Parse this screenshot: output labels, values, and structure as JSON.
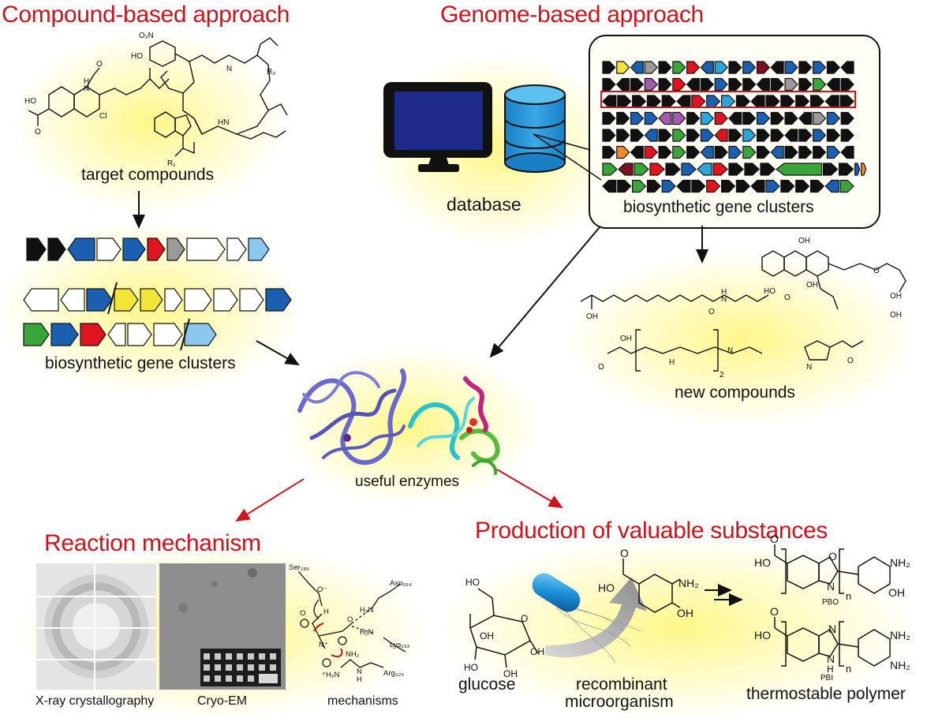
{
  "headings": {
    "compound": "Compound-based approach",
    "genome": "Genome-based approach",
    "reaction": "Reaction mechanism",
    "production": "Production of valuable substances"
  },
  "captions": {
    "target_compounds": "target compounds",
    "bgc_left": "biosynthetic gene clusters",
    "database": "database",
    "bgc_right": "biosynthetic gene clusters",
    "new_compounds": "new compounds",
    "useful_enzymes": "useful enzymes",
    "xray": "X-ray crystallography",
    "cryoem": "Cryo-EM",
    "mechanisms": "mechanisms",
    "glucose": "glucose",
    "recombinant_line1": "recombinant",
    "recombinant_line2": "microorganism",
    "thermostable": "thermostable polymer"
  },
  "chem_labels": {
    "o2n": "O₂N",
    "ho_left": "HO",
    "r2": "R₂",
    "r1": "R₁",
    "nh_a": "N",
    "hn": "HN",
    "o_me": "O",
    "h_n": "H",
    "n_h": "N",
    "cl": "Cl",
    "ho_o": "HO",
    "o_acid": "O",
    "oh_new1": "OH",
    "oh_new2": "OH",
    "oh_new3": "OH",
    "oh_new4": "OH",
    "oh_new5": "OH",
    "o_new": "O",
    "o_new2": "O",
    "h_new": "H",
    "n_new": "N",
    "ho_new": "HO",
    "o_new3": "O",
    "o_new4": "O",
    "oh_new6": "OH",
    "sub2": "2",
    "n_new2": "N",
    "n_new3": "N",
    "h_new3": "H",
    "o_new5": "O",
    "ser": "Ser₂₈₆",
    "asn": "Asn₂₉₄",
    "lys": "Lys₂₉₂",
    "arg": "Arg₃₂₅",
    "h2n_a": "H₂N",
    "h2n_b": "H₂N",
    "nh2_arg": "NH₂",
    "h2n_arg": "⁺H₂N",
    "n_arg": "N",
    "h_arg": "H",
    "o_minus": "O⁻",
    "o_mech": "O",
    "h_mech": "H",
    "n_plus": "N⁺",
    "o_mech2": "O",
    "ho_prod": "HO",
    "o_prod": "O",
    "nh2_prod": "NH₂",
    "oh_prod": "OH",
    "ho_glc": "HO",
    "oh_glc1": "OH",
    "oh_glc2": "OH",
    "ho_glc2": "HO",
    "oh_glc3": "OH",
    "o_glc": "O",
    "ho_pbo": "HO",
    "o_pbo": "O",
    "o_ring": "O",
    "n_pbo": "N",
    "n_sub": "n",
    "nh2_pbo": "NH₂",
    "oh_pbo": "OH",
    "pbo": "PBO",
    "ho_pbi": "HO",
    "o_pbi": "O",
    "n_pbi": "N",
    "n_pbi2": "N",
    "h_pbi": "H",
    "n_sub2": "n",
    "nh2_pbi1": "NH₂",
    "nh2_pbi2": "NH₂",
    "pbi": "PBI"
  },
  "colors": {
    "heading_red": "#d0121b",
    "arrow_red": "#d0121b",
    "gene_black": "#111111",
    "gene_blue": "#1a5fb0",
    "gene_light_blue": "#8cc8ee",
    "gene_cyan": "#2aa7d8",
    "gene_green": "#3aa53a",
    "gene_red": "#e0141e",
    "gene_yellow": "#f2e538",
    "gene_gray": "#9a9a9a",
    "gene_purple": "#a35bb0",
    "gene_orange": "#f08a30",
    "gene_dark_red": "#7a1020",
    "monitor_screen": "#1e2a8a",
    "db_blue": "#1f8fd4",
    "highlight_frame": "#d0121b"
  },
  "icons": [
    "computer-monitor-icon",
    "database-cylinder-icon",
    "bacterium-icon",
    "big-curved-arrow-icon"
  ],
  "gene_rows_left": [
    [
      "black",
      "black",
      "blue",
      "white",
      "blue",
      "red",
      "gray",
      "white",
      "white",
      "lightblue"
    ],
    [
      "white",
      "white",
      "blue",
      "yellow",
      "yellow",
      "white",
      "white",
      "white",
      "white",
      "blue"
    ],
    [
      "green",
      "blue",
      "red",
      "white",
      "white",
      "white",
      "lightblue"
    ]
  ],
  "gene_rows_right": [
    [
      "black",
      "yellow",
      "blue",
      "gray",
      "black",
      "green",
      "red",
      "blue",
      "cyan",
      "black",
      "blue",
      "darkred",
      "black",
      "blue",
      "black",
      "blue",
      "black",
      "black"
    ],
    [
      "black",
      "black",
      "black",
      "purple",
      "black",
      "red",
      "black",
      "black",
      "blue",
      "black",
      "black",
      "black",
      "black",
      "gray",
      "black",
      "green",
      "black",
      "black"
    ],
    [
      "black",
      "black",
      "black",
      "black",
      "black",
      "black",
      "red",
      "blue",
      "cyan",
      "black",
      "black",
      "black",
      "black",
      "black",
      "black",
      "black",
      "black"
    ],
    [
      "black",
      "black",
      "blue",
      "blue",
      "purple",
      "purple",
      "black",
      "cyan",
      "red",
      "black",
      "black",
      "blue",
      "black",
      "black",
      "black",
      "gray",
      "blue",
      "black"
    ],
    [
      "black",
      "black",
      "black",
      "blue",
      "black",
      "green",
      "black",
      "blue",
      "red",
      "black",
      "cyan",
      "black",
      "black",
      "black",
      "black",
      "blue",
      "black",
      "black"
    ],
    [
      "black",
      "orange",
      "black",
      "red",
      "black",
      "green",
      "black",
      "blue",
      "black",
      "blue",
      "green",
      "black",
      "blue",
      "black",
      "black",
      "black",
      "blue",
      "black"
    ],
    [
      "green",
      "darkred",
      "green",
      "red",
      "black",
      "blue",
      "cyan",
      "red",
      "black",
      "black",
      "black",
      "green",
      "black",
      "black",
      "blue",
      "orange"
    ],
    [
      "black",
      "black",
      "green",
      "black",
      "blue",
      "black",
      "black",
      "red",
      "black",
      "black",
      "black",
      "blue",
      "black",
      "black",
      "black",
      "blue",
      "green"
    ]
  ]
}
